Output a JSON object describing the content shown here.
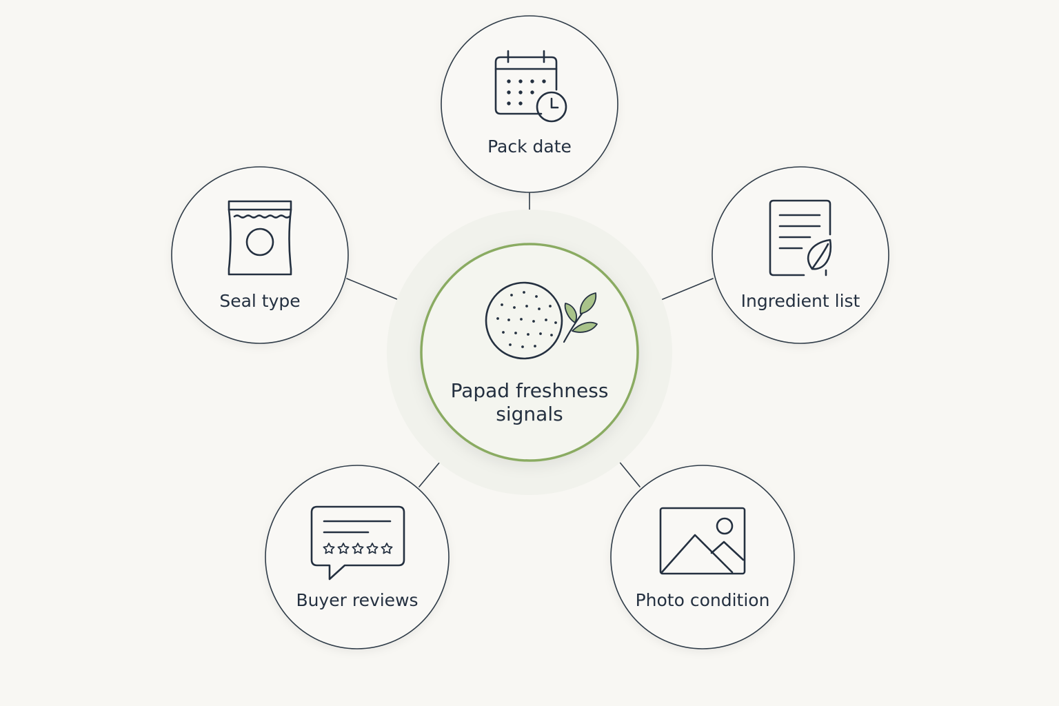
{
  "diagram": {
    "center": {
      "label_line1": "Papad freshness",
      "label_line2": "signals",
      "icon": "papad-leaf-icon"
    },
    "nodes": [
      {
        "id": "pack-date",
        "label": "Pack date",
        "icon": "calendar-clock-icon"
      },
      {
        "id": "seal-type",
        "label": "Seal type",
        "icon": "sealed-pack-icon"
      },
      {
        "id": "ingredient-list",
        "label": "Ingredient list",
        "icon": "document-leaf-icon"
      },
      {
        "id": "buyer-reviews",
        "label": "Buyer reviews",
        "icon": "review-stars-icon"
      },
      {
        "id": "photo-condition",
        "label": "Photo condition",
        "icon": "image-icon"
      }
    ]
  },
  "colors": {
    "background": "#f8f7f3",
    "ink": "#243040",
    "accent_green": "#8aab62",
    "center_fill": "#eef1e6",
    "leaf_fill": "#a9c38a"
  }
}
